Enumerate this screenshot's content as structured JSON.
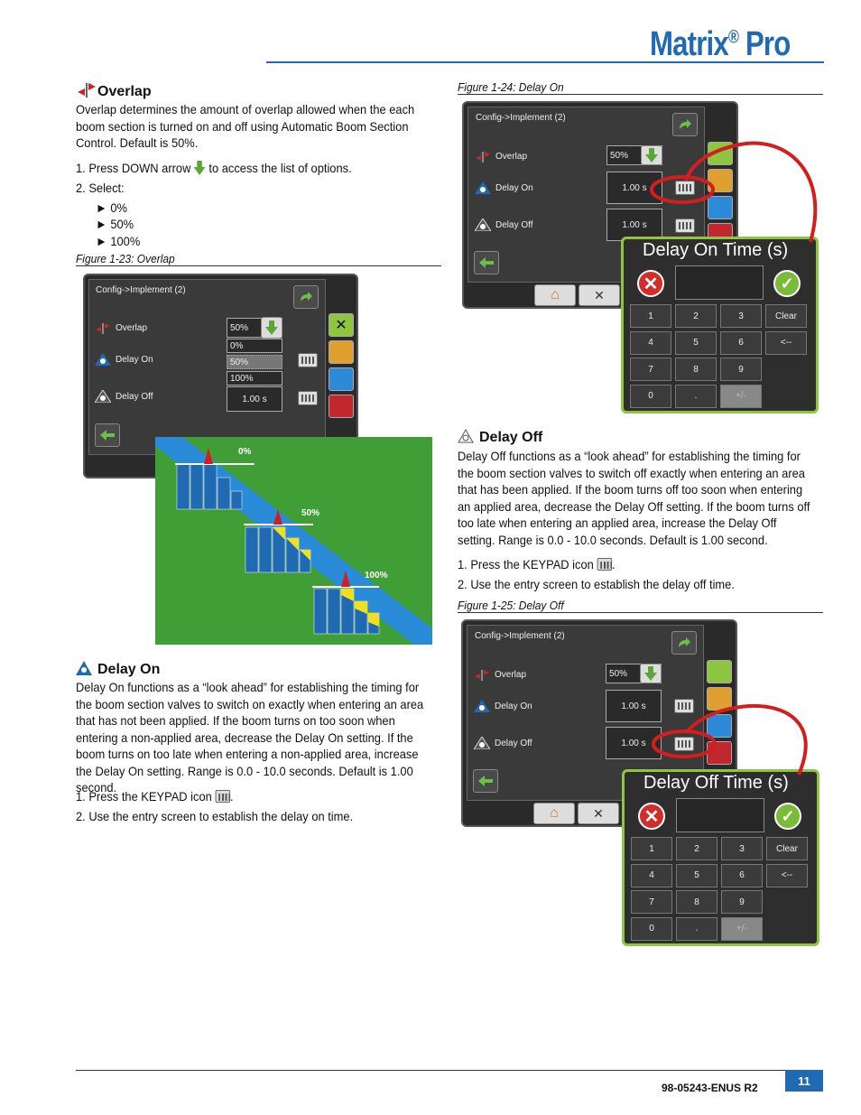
{
  "brand": {
    "name": "Matrix",
    "reg": "®",
    "suffix": " Pro"
  },
  "overlap": {
    "heading": "Overlap",
    "body": "Overlap determines the amount of overlap allowed when the each boom section is turned on and off using Automatic Boom Section Control. Default is 50%.",
    "step1": "1.   Press DOWN arrow",
    "step1b": "to access the list of options.",
    "step2": "2.   Select:",
    "options": [
      "► 0%",
      "► 50%",
      "► 100%"
    ],
    "figure_caption": "Figure 1-23: Overlap"
  },
  "fig23": {
    "title": "Config->Implement (2)",
    "row1": "Overlap",
    "row1_value": "50%",
    "row2": "Delay On",
    "row3": "Delay Off",
    "row3_value": "1.00 s",
    "dropdown": [
      "0%",
      "50%",
      "100%"
    ],
    "diagram_labels": [
      "0%",
      "50%",
      "100%"
    ]
  },
  "delay_on": {
    "heading": "Delay On",
    "body": "Delay On functions as a “look ahead” for establishing the timing for the boom section valves to switch on exactly when entering an area that has not been applied. If the boom turns on too soon when entering a non-applied area, decrease the Delay On setting. If the boom turns on too late when entering a non-applied area, increase the Delay On setting. Range is 0.0 - 10.0 seconds. Default is 1.00 second.",
    "step1": "1.   Press the KEYPAD icon",
    "step2": "2.   Use the entry screen to establish the delay on time."
  },
  "fig24": {
    "caption": "Figure 1-24: Delay On",
    "title": "Config->Implement (2)",
    "row1": "Overlap",
    "row1_value": "50%",
    "row2": "Delay On",
    "row2_value": "1.00 s",
    "row3": "Delay Off",
    "row3_value": "1.00 s",
    "popup_title": "Delay On Time (s)"
  },
  "delay_off": {
    "heading": "Delay Off",
    "body": "Delay Off functions as a “look ahead” for establishing the timing for the boom section valves to switch off exactly when entering an area that has been applied. If the boom turns off too soon when entering an applied area, decrease the Delay Off setting. If the boom turns off too late when entering an applied area, increase the Delay Off setting. Range is 0.0 - 10.0 seconds. Default is 1.00 second.",
    "step1": "1.   Press the KEYPAD icon",
    "step2": "2.   Use the entry screen to establish the delay off time."
  },
  "fig25": {
    "caption": "Figure 1-25: Delay Off",
    "title": "Config->Implement (2)",
    "row1": "Overlap",
    "row1_value": "50%",
    "row2": "Delay On",
    "row2_value": "1.00 s",
    "row3": "Delay Off",
    "row3_value": "1.00 s",
    "popup_title": "Delay Off Time (s)"
  },
  "keypad": [
    "1",
    "2",
    "3",
    "Clear",
    "4",
    "5",
    "6",
    "<--",
    "7",
    "8",
    "9",
    "0",
    ".",
    "+/-"
  ],
  "footer": {
    "doc_number": "98-05243-ENUS R2",
    "page": "11"
  }
}
